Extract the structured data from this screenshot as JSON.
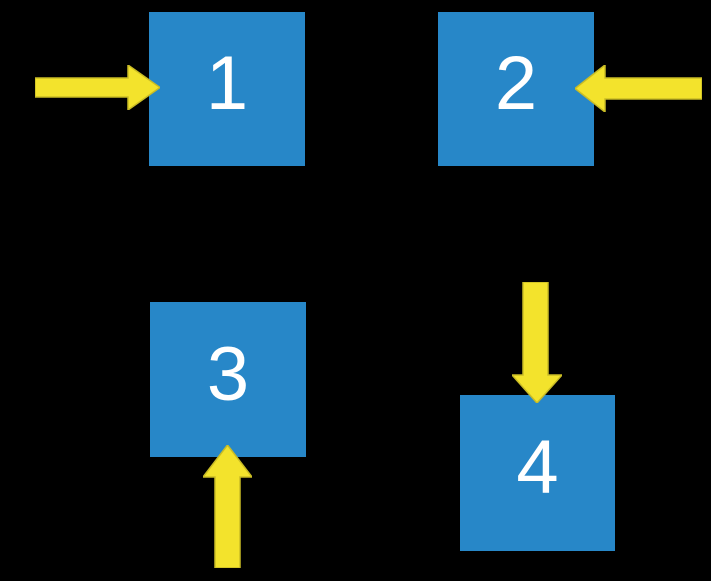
{
  "diagram": {
    "description": "Four numbered blue squares on a black background, each with a yellow arrow pointing at it",
    "squares": [
      {
        "label": "1",
        "arrow_direction": "right",
        "arrow_touches": "left-side",
        "position": "top-left"
      },
      {
        "label": "2",
        "arrow_direction": "left",
        "arrow_touches": "right-side",
        "position": "top-right"
      },
      {
        "label": "3",
        "arrow_direction": "up",
        "arrow_touches": "bottom-side",
        "position": "bottom-left"
      },
      {
        "label": "4",
        "arrow_direction": "down",
        "arrow_touches": "top-side",
        "position": "bottom-right"
      }
    ]
  },
  "colors": {
    "background": "#000000",
    "square_fill": "#2787C8",
    "square_label": "#FFFFFF",
    "arrow_fill": "#F3E32C",
    "arrow_outline": "#C9BC25"
  }
}
